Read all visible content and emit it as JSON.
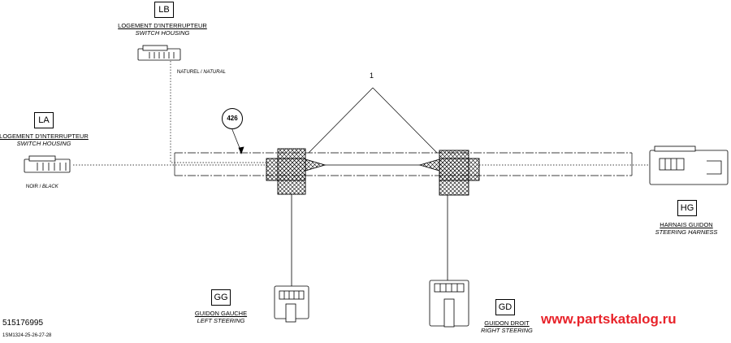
{
  "connectors": {
    "lb": {
      "code": "LB",
      "label_fr": "LOGEMENT D'INTERRUPTEUR",
      "label_en": "SWITCH HOUSING",
      "wire_fr": "NATUREL /",
      "wire_en": "NATURAL"
    },
    "la": {
      "code": "LA",
      "label_fr": "LOGEMENT D'INTERRUPTEUR",
      "label_en": "SWITCH HOUSING",
      "wire_fr": "NOIR /",
      "wire_en": "BLACK"
    },
    "hg": {
      "code": "HG",
      "label_fr": "HARNAIS GUIDON",
      "label_en": "STEERING HARNESS"
    },
    "gg": {
      "code": "GG",
      "label_fr": "GUIDON GAUCHE",
      "label_en": "LEFT STEERING"
    },
    "gd": {
      "code": "GD",
      "label_fr": "GUIDON DROIT",
      "label_en": "RIGHT STEERING"
    }
  },
  "callouts": {
    "item_1": "1",
    "ref_426": "426"
  },
  "footer": {
    "part_number": "515176995",
    "sub_number": "1SM1324-25-26-27-28",
    "watermark": "www.partskatalog.ru"
  }
}
